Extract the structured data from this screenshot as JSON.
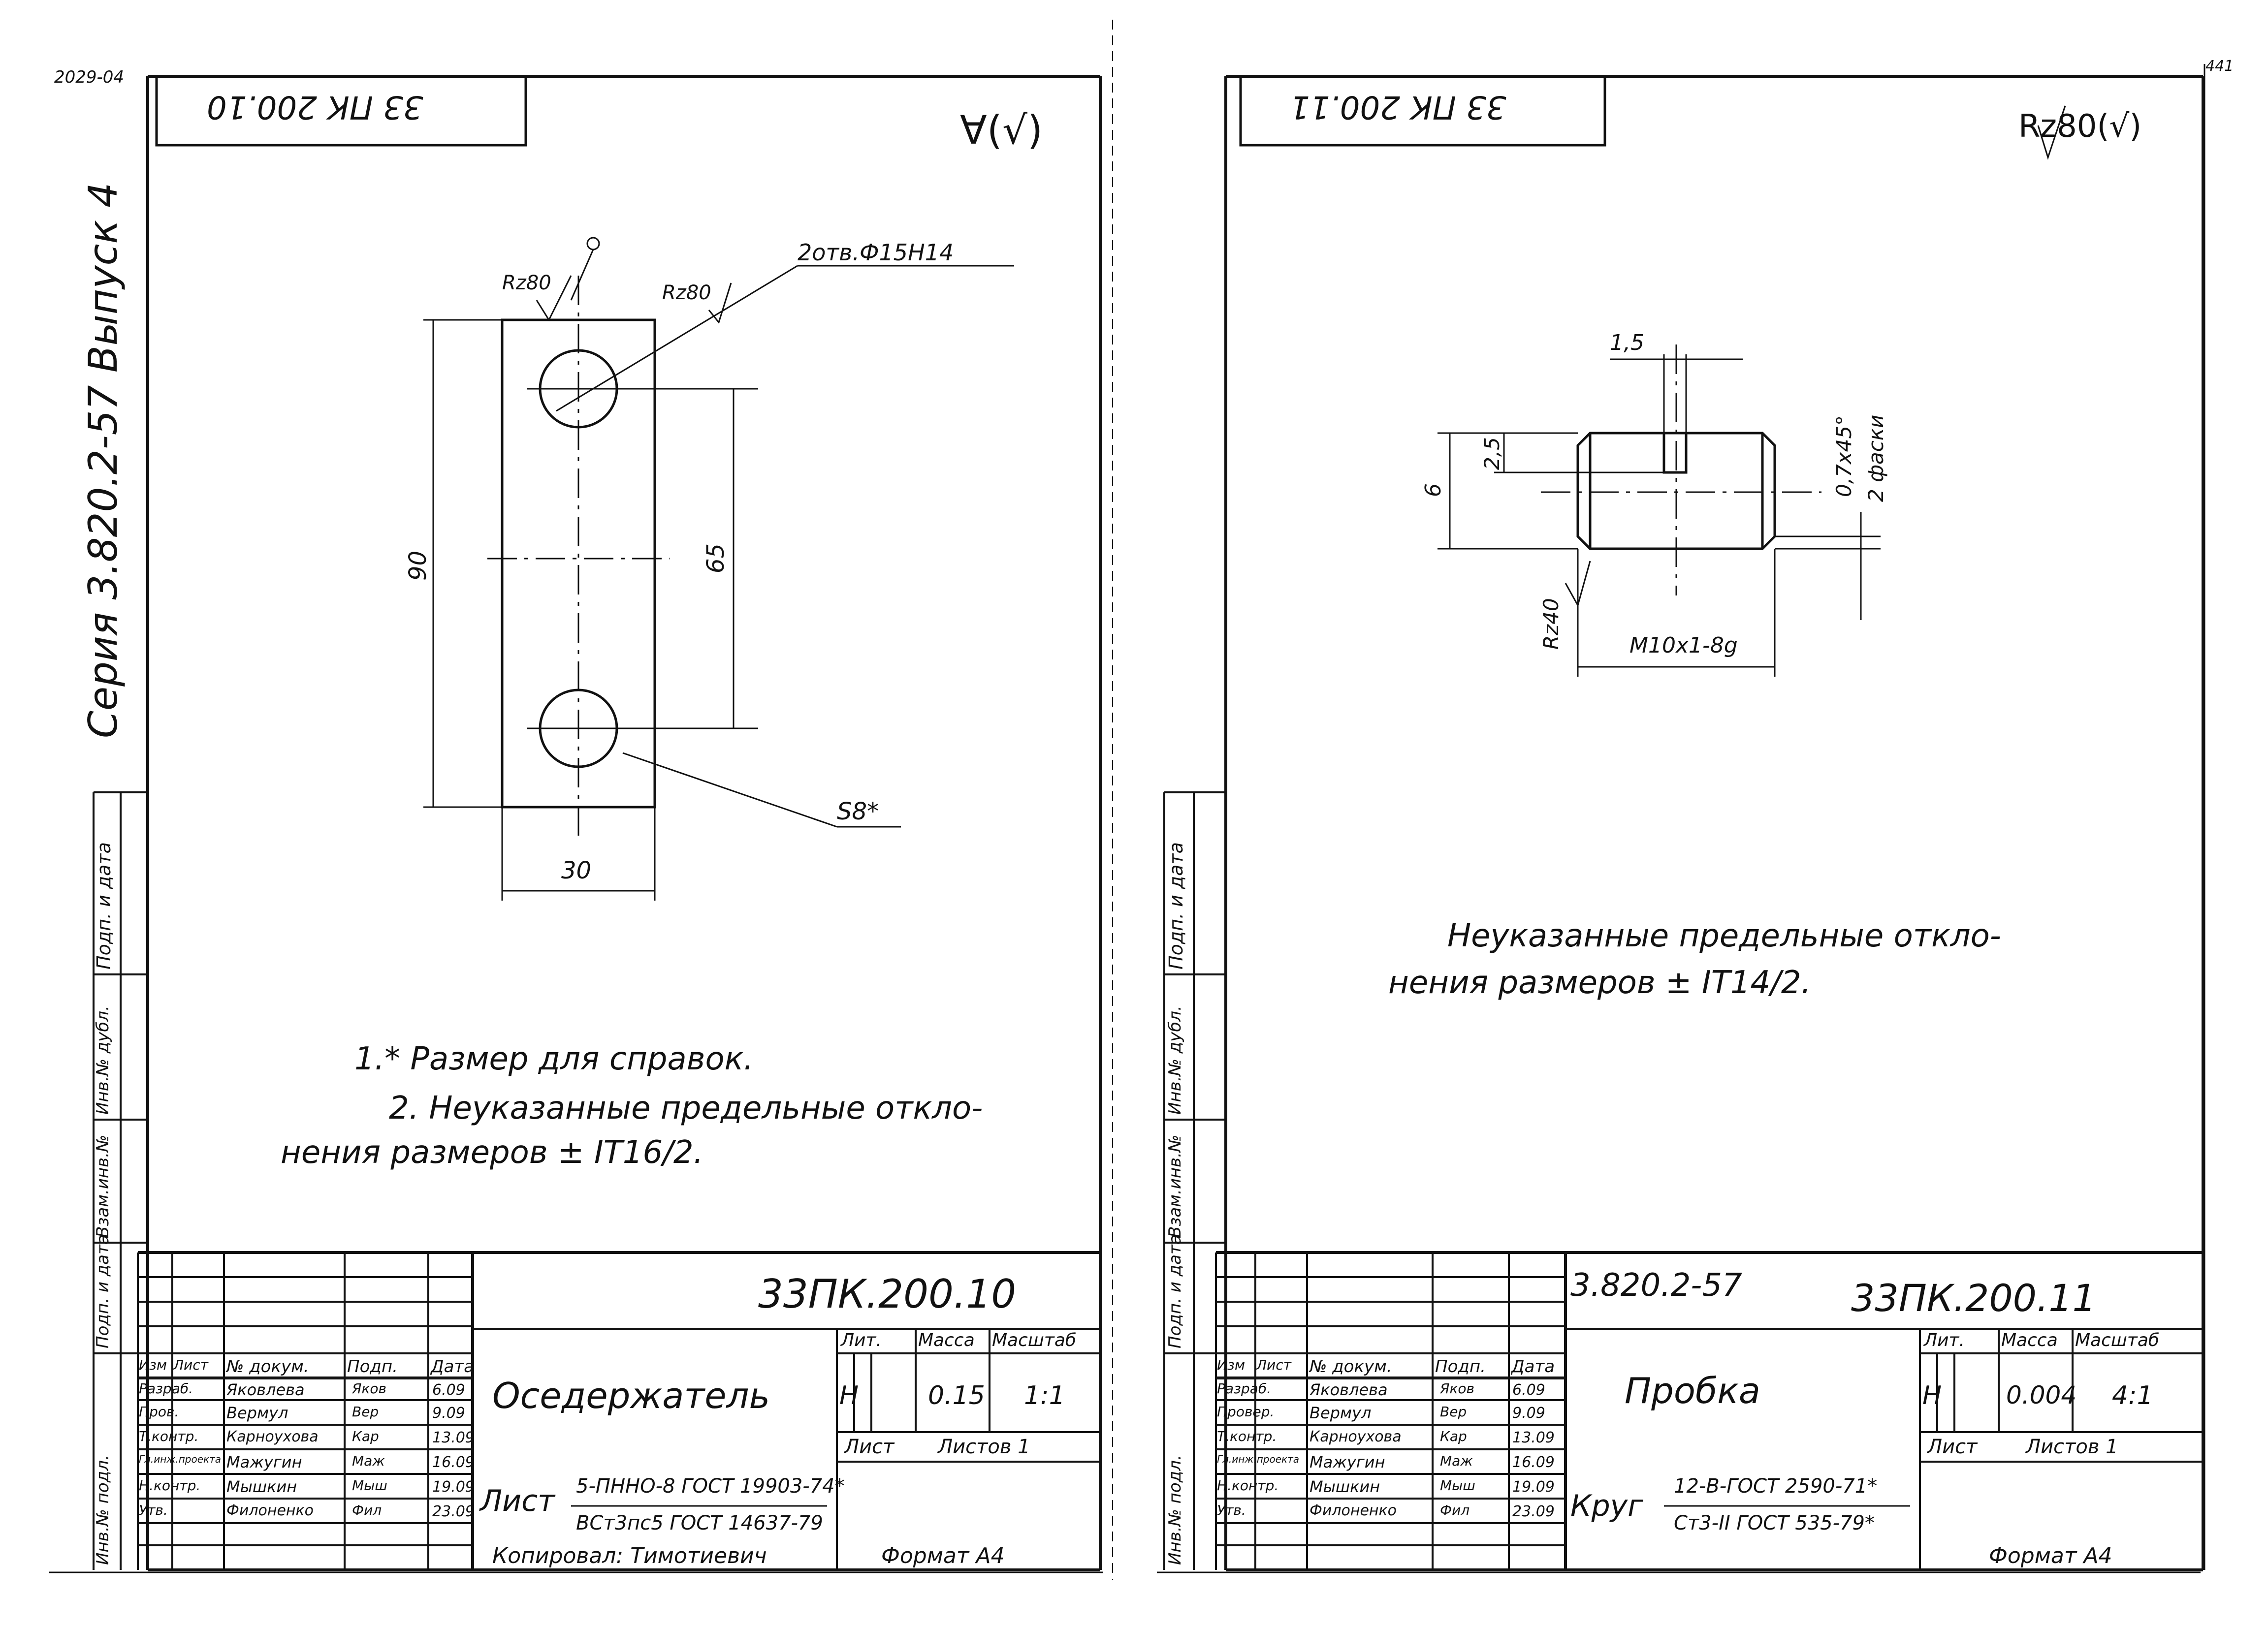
{
  "margin_top_left": "2029-04",
  "margin_top_right": "441",
  "left_sheet": {
    "stamp_code": "33 ПК 200.10",
    "roughness_note": "∀(√)",
    "series_text": "Серия 3.820.2-57  Выпуск 4",
    "side_labels": [
      "Подп. и дата",
      "Инв.№ дубл.",
      "Взам.инв.№",
      "Подп. и дата",
      "Инв.№ подл."
    ],
    "dims": {
      "rz1": "Rz80",
      "rz2": "Rz80",
      "holes": "2отв.Ф15Н14",
      "h90": "90",
      "h65": "65",
      "w30": "30",
      "s8": "S8*"
    },
    "notes": [
      "1.* Размер для справок.",
      "2. Неуказанные предельные откло-",
      "нения размеров ± IT16/2."
    ],
    "title": {
      "code": "33ПК.200.10",
      "name": "Оседержатель",
      "lit_header": "Лит.",
      "mass_header": "Масса",
      "scale_header": "Масштаб",
      "lit": "Н",
      "mass": "0.15",
      "scale": "1:1",
      "sheet_label": "Лист",
      "sheets_label": "Листов 1",
      "material_prefix": "Лист",
      "material_top": "5-ПННО-8 ГОСТ 19903-74*",
      "material_bottom": "ВСт3пс5 ГОСТ 14637-79",
      "row_headers": [
        "Изм",
        "Лист",
        "№ докум.",
        "Подп.",
        "Дата"
      ],
      "people": [
        {
          "role": "Разраб.",
          "name": "Яковлева",
          "sign": "Яков",
          "date": "6.09"
        },
        {
          "role": "Пров.",
          "name": "Вермул",
          "sign": "Вер",
          "date": "9.09"
        },
        {
          "role": "Т.контр.",
          "name": "Карноухова",
          "sign": "Кар",
          "date": "13.09"
        },
        {
          "role": "Гл.инж.проекта",
          "name": "Мажугин",
          "sign": "Маж",
          "date": "16.09"
        },
        {
          "role": "Н.контр.",
          "name": "Мышкин",
          "sign": "Мыш",
          "date": "19.09"
        },
        {
          "role": "Утв.",
          "name": "Филоненко",
          "sign": "Фил",
          "date": "23.09"
        }
      ],
      "copied": "Копировал: Тимотиевич",
      "format": "Формат А4"
    }
  },
  "right_sheet": {
    "stamp_code": "33 ПК 200.11",
    "roughness_note": "Rz80(√)",
    "side_labels": [
      "Подп. и дата",
      "Инв.№ дубл.",
      "Взам.инв.№",
      "Подп. и дата",
      "Инв.№ подл."
    ],
    "dims": {
      "d15": "1,5",
      "d25": "2,5",
      "d6": "6",
      "chamfer": "0,7x45°",
      "chamfer2": "2 фаски",
      "rz": "Rz40",
      "thread": "М10х1-8g"
    },
    "notes": [
      "Неуказанные предельные откло-",
      "нения размеров ± IT14/2."
    ],
    "title": {
      "series": "3.820.2-57",
      "code": "33ПК.200.11",
      "name": "Пробка",
      "lit_header": "Лит.",
      "mass_header": "Масса",
      "scale_header": "Масштаб",
      "lit": "Н",
      "mass": "0.004",
      "scale": "4:1",
      "sheet_label": "Лист",
      "sheets_label": "Листов 1",
      "material_prefix": "Круг",
      "material_top": "12-В-ГОСТ 2590-71*",
      "material_bottom": "Ст3-II ГОСТ 535-79*",
      "row_headers": [
        "Изм",
        "Лист",
        "№ докум.",
        "Подп.",
        "Дата"
      ],
      "people": [
        {
          "role": "Разраб.",
          "name": "Яковлева",
          "sign": "Яков",
          "date": "6.09"
        },
        {
          "role": "Провер.",
          "name": "Вермул",
          "sign": "Вер",
          "date": "9.09"
        },
        {
          "role": "Т.контр.",
          "name": "Карноухова",
          "sign": "Кар",
          "date": "13.09"
        },
        {
          "role": "Гл.инж.проекта",
          "name": "Мажугин",
          "sign": "Маж",
          "date": "16.09"
        },
        {
          "role": "Н.контр.",
          "name": "Мышкин",
          "sign": "Мыш",
          "date": "19.09"
        },
        {
          "role": "Утв.",
          "name": "Филоненко",
          "sign": "Фил",
          "date": "23.09"
        }
      ],
      "format": "Формат А4"
    }
  }
}
